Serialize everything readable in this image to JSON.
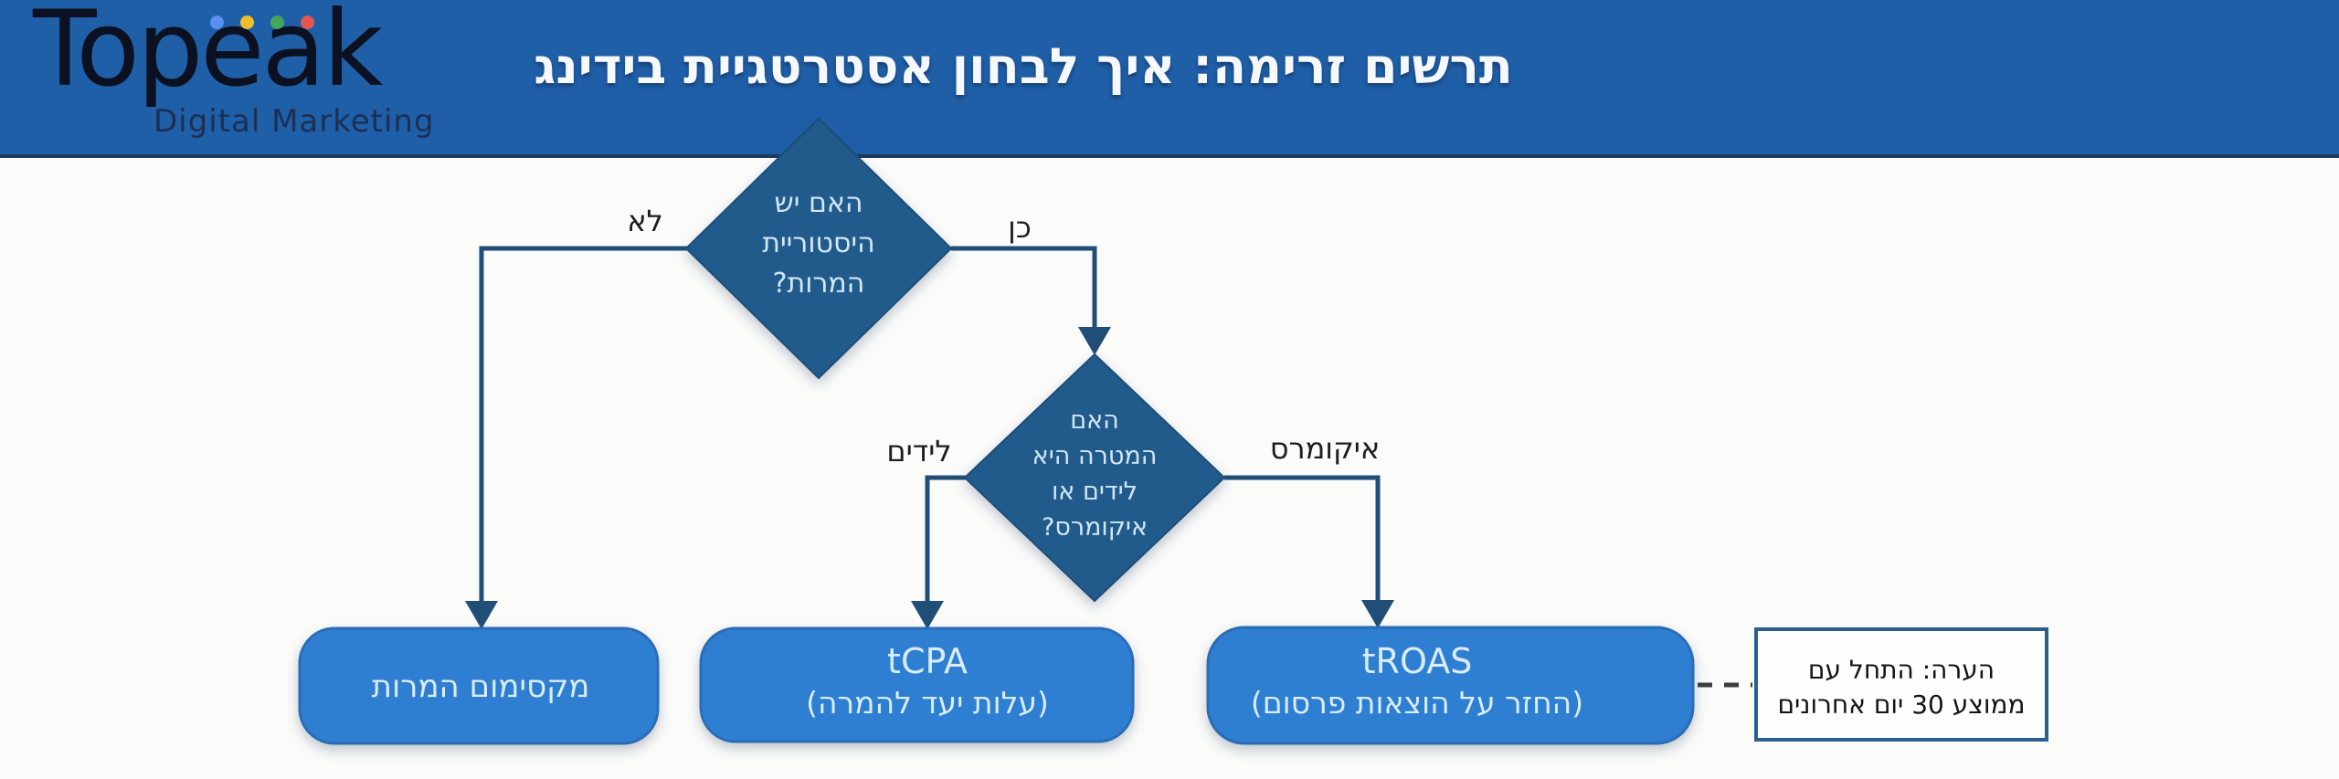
{
  "header": {
    "title": "תרשים זרימה: איך לבחון אסטרטגיית בידינג",
    "logo": {
      "name": "Topeak",
      "subtitle": "Digital Marketing",
      "dot_colors": [
        "#5b8ff0",
        "#eebd2a",
        "#43a85c",
        "#e2574c"
      ]
    },
    "colors": {
      "header_bg": "#1f5fa8"
    }
  },
  "flowchart": {
    "decision1": {
      "lines": [
        "האם יש",
        "היסטוריית",
        "המרות?"
      ]
    },
    "decision2": {
      "lines": [
        "האם",
        "המטרה היא",
        "לידים או",
        "איקומרס?"
      ]
    },
    "branches": {
      "no": "לא",
      "yes": "כן",
      "leads": "לידים",
      "ecommerce": "איקומרס"
    },
    "outcomes": {
      "max_conversions": {
        "title": "מקסימום המרות"
      },
      "tcpa": {
        "title": "tCPA",
        "subtitle": "(עלות יעד להמרה)"
      },
      "troas": {
        "title": "tROAS",
        "subtitle": "(החזר על הוצאות פרסום)"
      }
    },
    "note": {
      "lines": [
        "הערה: התחל עם",
        "ממוצע 30 יום אחרונים"
      ]
    },
    "colors": {
      "diamond_fill": "#215b8b",
      "box_fill": "#2e7ed2",
      "box_border": "#2a6db6",
      "connector": "#214e77",
      "note_border": "#2b5f8e",
      "background": "#fbfbfa"
    }
  }
}
